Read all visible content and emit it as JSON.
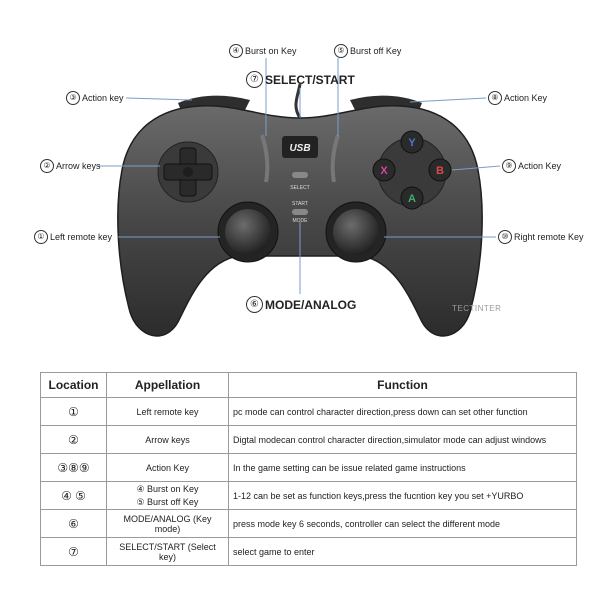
{
  "callouts": {
    "burst_on": {
      "num": "④",
      "label": "Burst on Key"
    },
    "burst_off": {
      "num": "⑤",
      "label": "Burst off Key"
    },
    "select_start": {
      "num": "⑦",
      "label": "SELECT/START"
    },
    "action_left": {
      "num": "③",
      "label": "Action key"
    },
    "action_top_right": {
      "num": "⑧",
      "label": "Action Key"
    },
    "arrow": {
      "num": "②",
      "label": "Arrow keys"
    },
    "action_right": {
      "num": "⑨",
      "label": "Action Key"
    },
    "left_remote": {
      "num": "①",
      "label": "Left remote key"
    },
    "right_remote": {
      "num": "⑩",
      "label": "Right remote Key"
    },
    "mode_analog": {
      "num": "⑥",
      "label": "MODE/ANALOG"
    }
  },
  "controller": {
    "usb_text": "USB",
    "select_label": "SELECT",
    "start_label": "START",
    "mode_label": "MODE",
    "watermark": "TECTINTER",
    "face_buttons": {
      "y": "Y",
      "x": "X",
      "b": "B",
      "a": "A"
    },
    "colors": {
      "body": "#4a4a4a",
      "body_dark": "#2a2a2a",
      "y": "#4a78c8",
      "x": "#d04aa0",
      "b": "#d84a4a",
      "a": "#3fae6a"
    }
  },
  "table": {
    "headers": {
      "location": "Location",
      "appellation": "Appellation",
      "function": "Function"
    },
    "rows": [
      {
        "location": "①",
        "appellation": "Left remote key",
        "function": "pc mode can control character direction,press down can set other function"
      },
      {
        "location": "②",
        "appellation": "Arrow keys",
        "function": "Digtal modecan control character direction,simulator mode can adjust windows"
      },
      {
        "location": "③⑧⑨",
        "appellation": "Action Key",
        "function": "In the game setting can be issue related game instructions"
      },
      {
        "location": "④ ⑤",
        "appellation_1": "④ Burst on Key",
        "appellation_2": "⑤ Burst off Key",
        "function": "1-12 can be set as function keys,press the fucntion key you set +YURBO"
      },
      {
        "location": "⑥",
        "appellation": "MODE/ANALOG (Key mode)",
        "function": "press mode key 6 seconds, controller can select the different mode"
      },
      {
        "location": "⑦",
        "appellation": "SELECT/START (Select key)",
        "function": "select game to enter"
      }
    ]
  }
}
